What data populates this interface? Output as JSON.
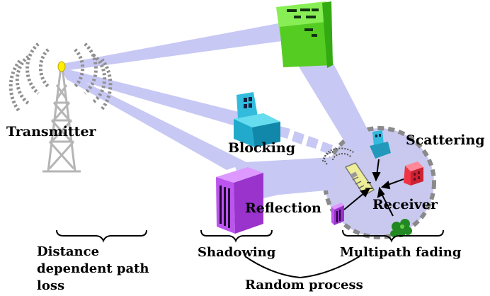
{
  "labels": {
    "transmitter": "Transmitter",
    "blocking": "Blocking",
    "scattering": "Scattering",
    "reflection": "Reflection",
    "receiver": "Receiver",
    "distance_line1": "Distance",
    "distance_line2": "dependent path",
    "distance_line3": "loss",
    "shadowing": "Shadowing",
    "multipath_fading": "Multipath fading",
    "random_process": "Random process"
  },
  "colors": {
    "beam": "#c8c8f4",
    "receiver_zone": "#c9c9ef",
    "zone_border": "#8a8a8a",
    "green_building": "#66dd33",
    "blue_building": "#22aacc",
    "purple_building": "#bb55ee",
    "red_building": "#ee3344",
    "tree": "#228822",
    "tower": "#bbbbbb",
    "antenna_tip": "#ffee00"
  },
  "icons": [
    "tower-icon",
    "signal-waves-icon",
    "green-building-icon",
    "blue-building-icon",
    "purple-building-icon",
    "red-building-icon",
    "small-blue-building-icon",
    "small-purple-building-icon",
    "tree-icon",
    "phone-icon"
  ]
}
